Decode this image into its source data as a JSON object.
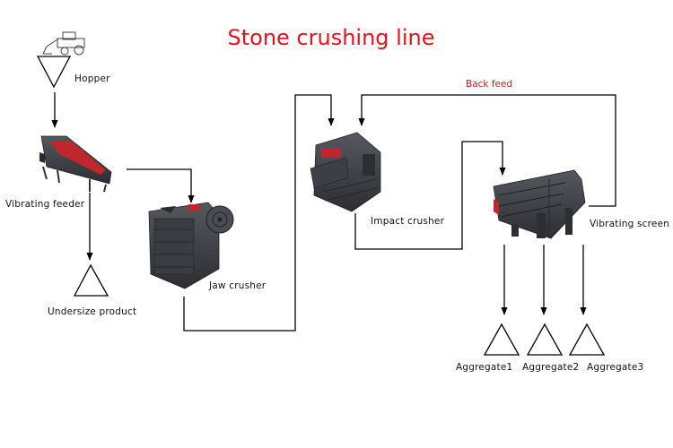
{
  "title": "Stone crushing line",
  "labels": {
    "hopper": "Hopper",
    "vibrating_feeder": "Vibrating feeder",
    "undersize_product": "Undersize product",
    "jaw_crusher": "Jaw crusher",
    "impact_crusher": "Impact crusher",
    "vibrating_screen": "Vibrating screen",
    "back_feed": "Back feed",
    "aggregate1": "Aggregate1",
    "aggregate2": "Aggregate2",
    "aggregate3": "Aggregate3"
  },
  "colors": {
    "title": "#e8121b",
    "back_feed": "#d4161d",
    "line": "#000000",
    "machine_dark": "#3b3d42",
    "machine_accent": "#c0262b"
  }
}
